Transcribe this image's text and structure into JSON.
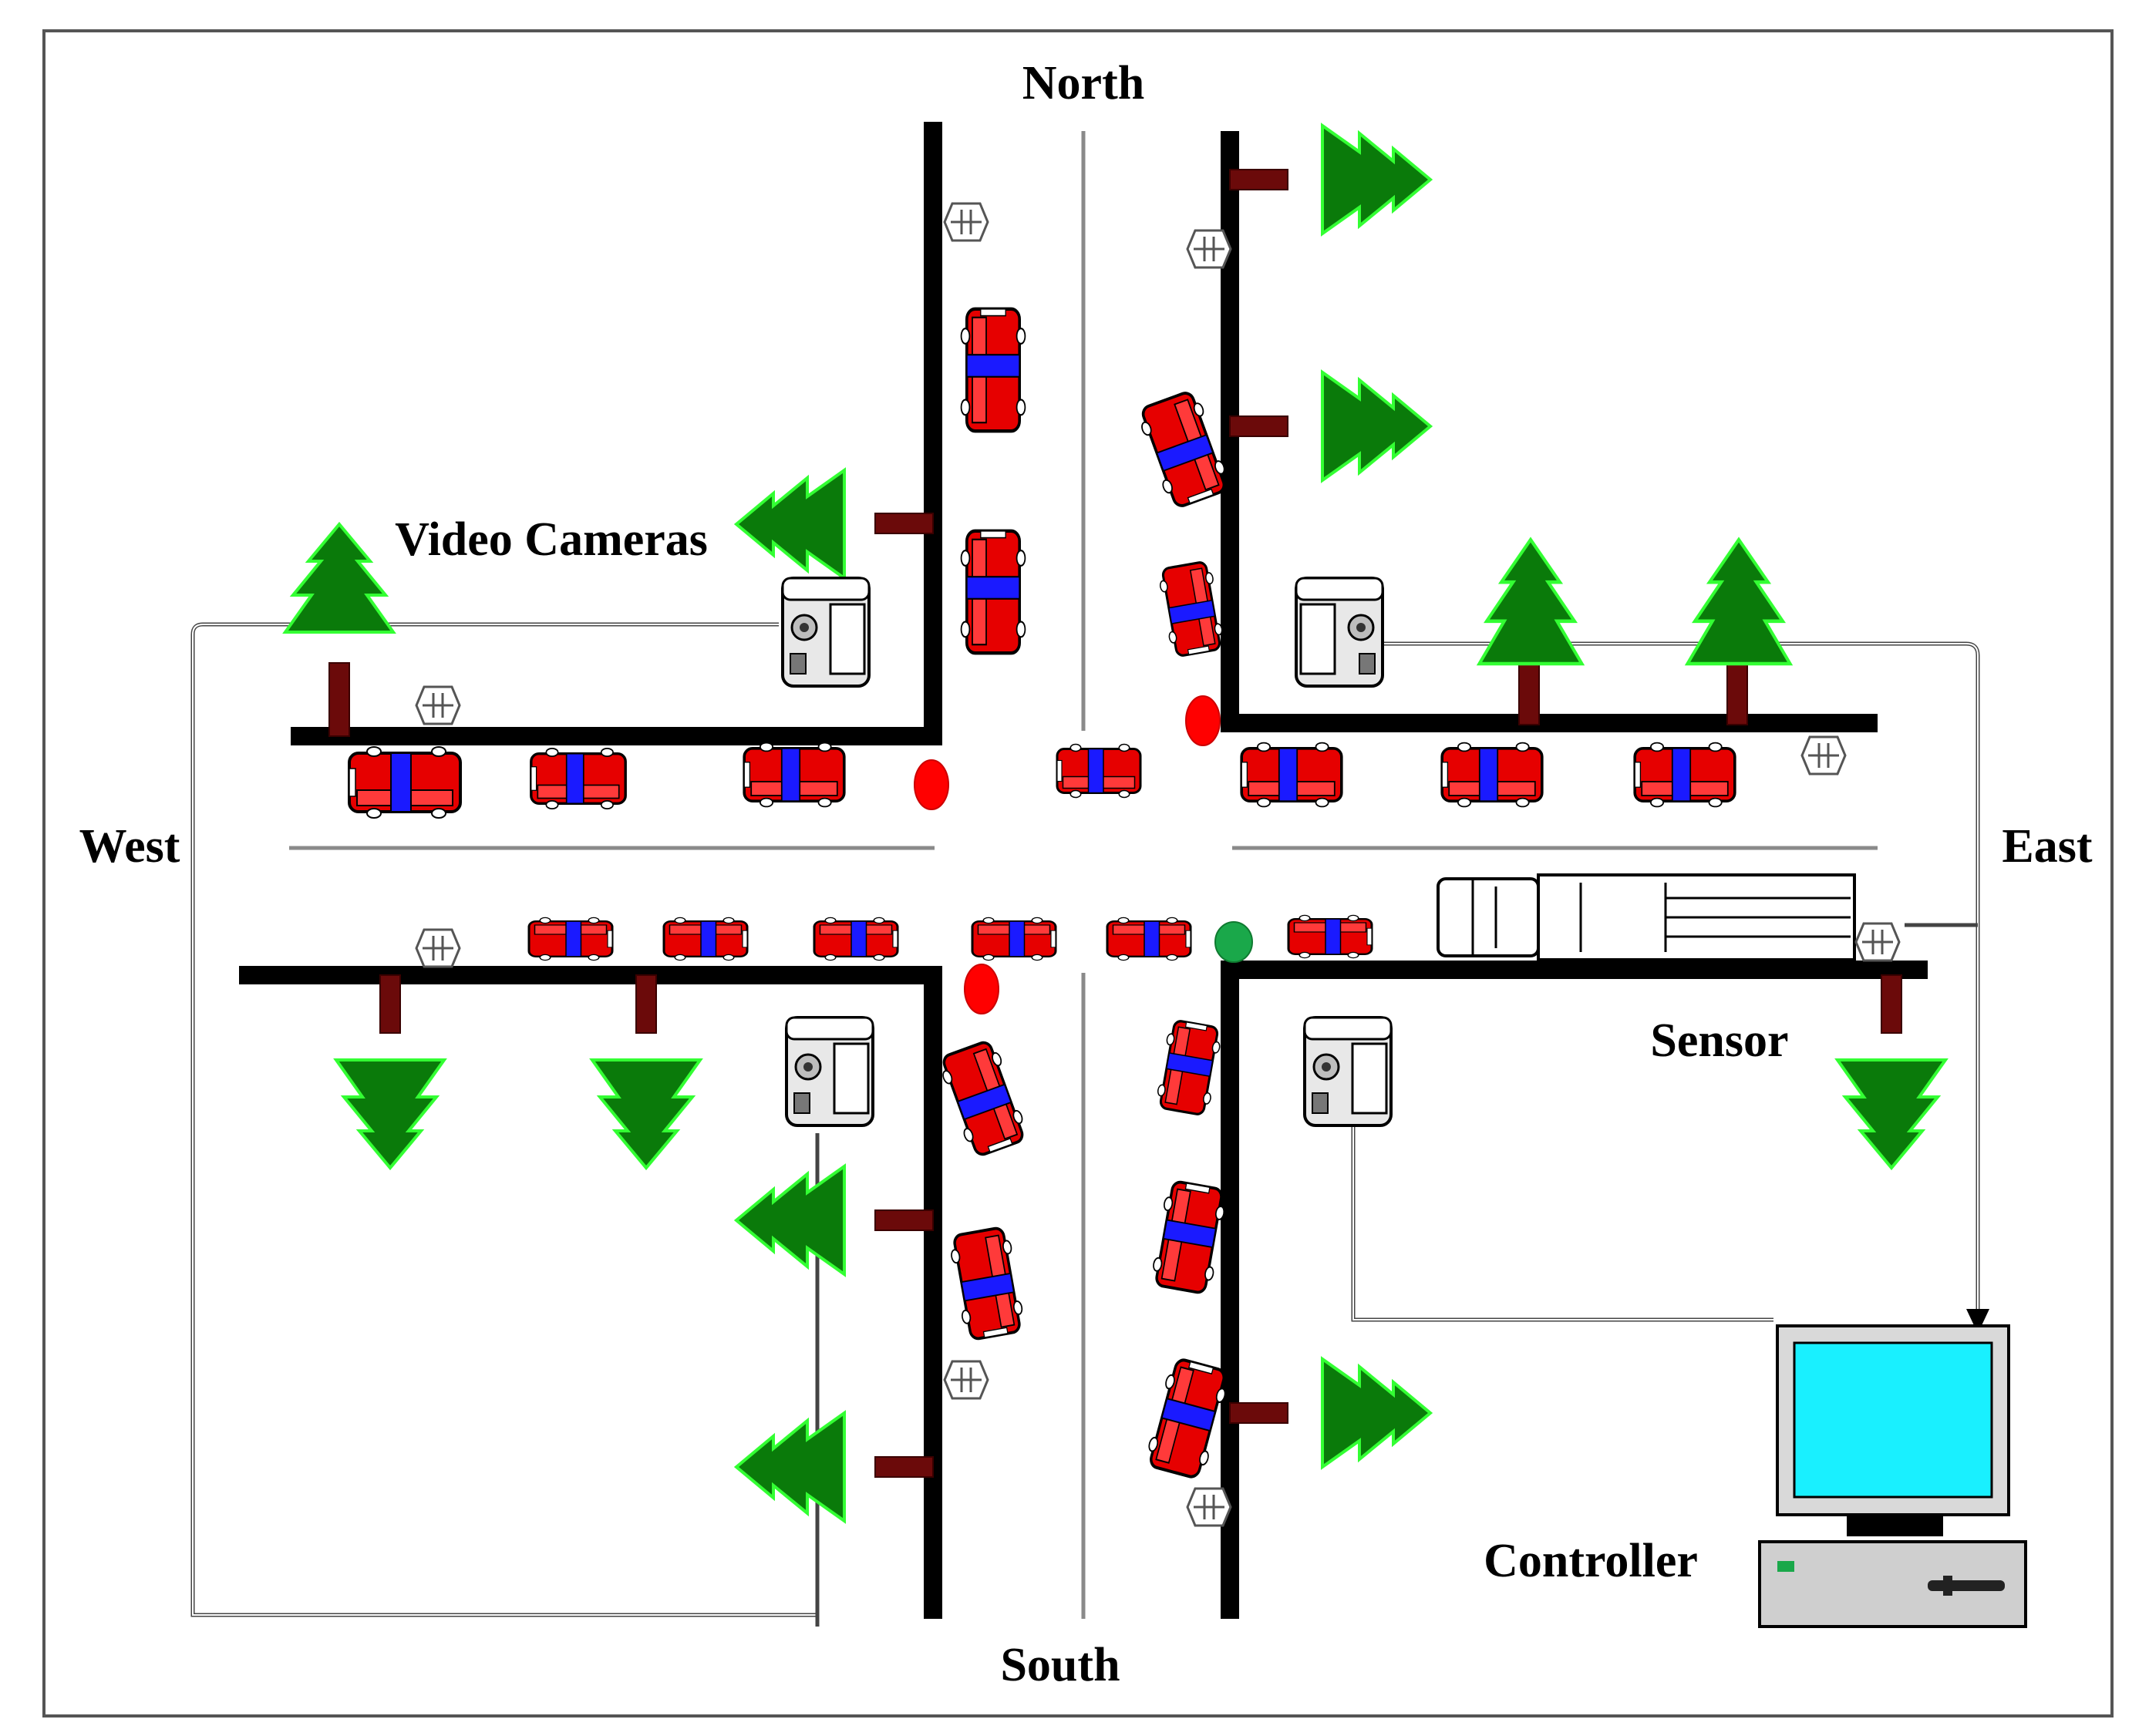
{
  "labels": {
    "north": "North",
    "south": "South",
    "east": "East",
    "west": "West",
    "video_cameras": "Video Cameras",
    "sensor": "Sensor",
    "controller": "Controller"
  },
  "colors": {
    "car_body": "#e60000",
    "car_stripe": "#1a1aff",
    "tree": "#0a7a0a",
    "tree_outline": "#33ff33",
    "mount": "#6b0a0a",
    "signal_red": "#ff0000",
    "signal_green": "#1aa84a",
    "screen": "#19f0ff"
  },
  "icons": [
    "car-icon",
    "tree-icon",
    "camera-icon",
    "sensor-icon",
    "traffic-light-icon",
    "computer-icon"
  ]
}
